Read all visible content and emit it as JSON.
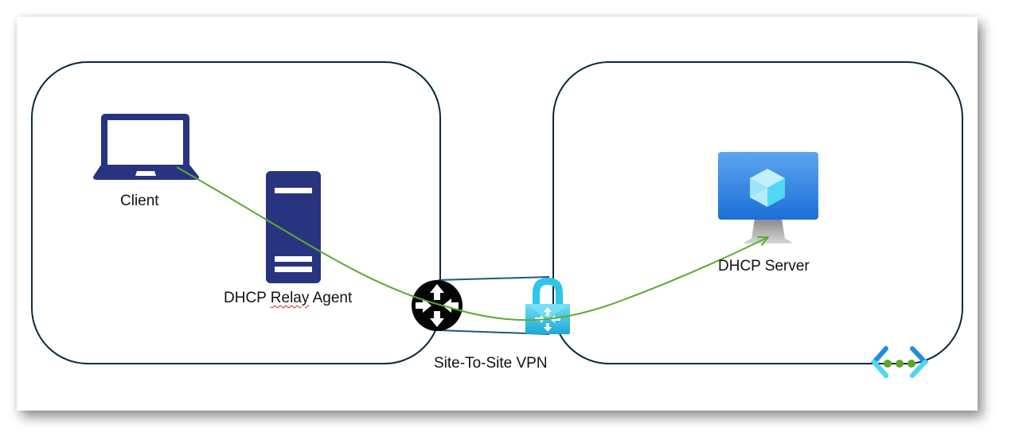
{
  "diagram": {
    "title": "DHCP relay over Site-To-Site VPN",
    "nodes": {
      "client": {
        "label": "Client",
        "icon": "laptop-icon"
      },
      "relay": {
        "label_prefix": "DHCP ",
        "label_flagged": "Relay",
        "label_suffix": " Agent",
        "icon": "server-tower-icon"
      },
      "router": {
        "icon": "router-icon"
      },
      "vpn": {
        "label": "Site-To-Site VPN",
        "icon": "vpn-gateway-lock-icon"
      },
      "server": {
        "label": "DHCP Server",
        "icon": "azure-vm-icon"
      },
      "vnet": {
        "icon": "azure-virtual-network-icon"
      }
    },
    "colors": {
      "box_stroke": "#0b2a3c",
      "device_blue": "#283480",
      "flow_green": "#5aab32",
      "vpn_cyan": "#32c8ee",
      "vm_blue": "#2a82e4"
    },
    "flows": [
      {
        "from": "Client",
        "to": "DHCP Server",
        "arrow": "end"
      }
    ]
  }
}
